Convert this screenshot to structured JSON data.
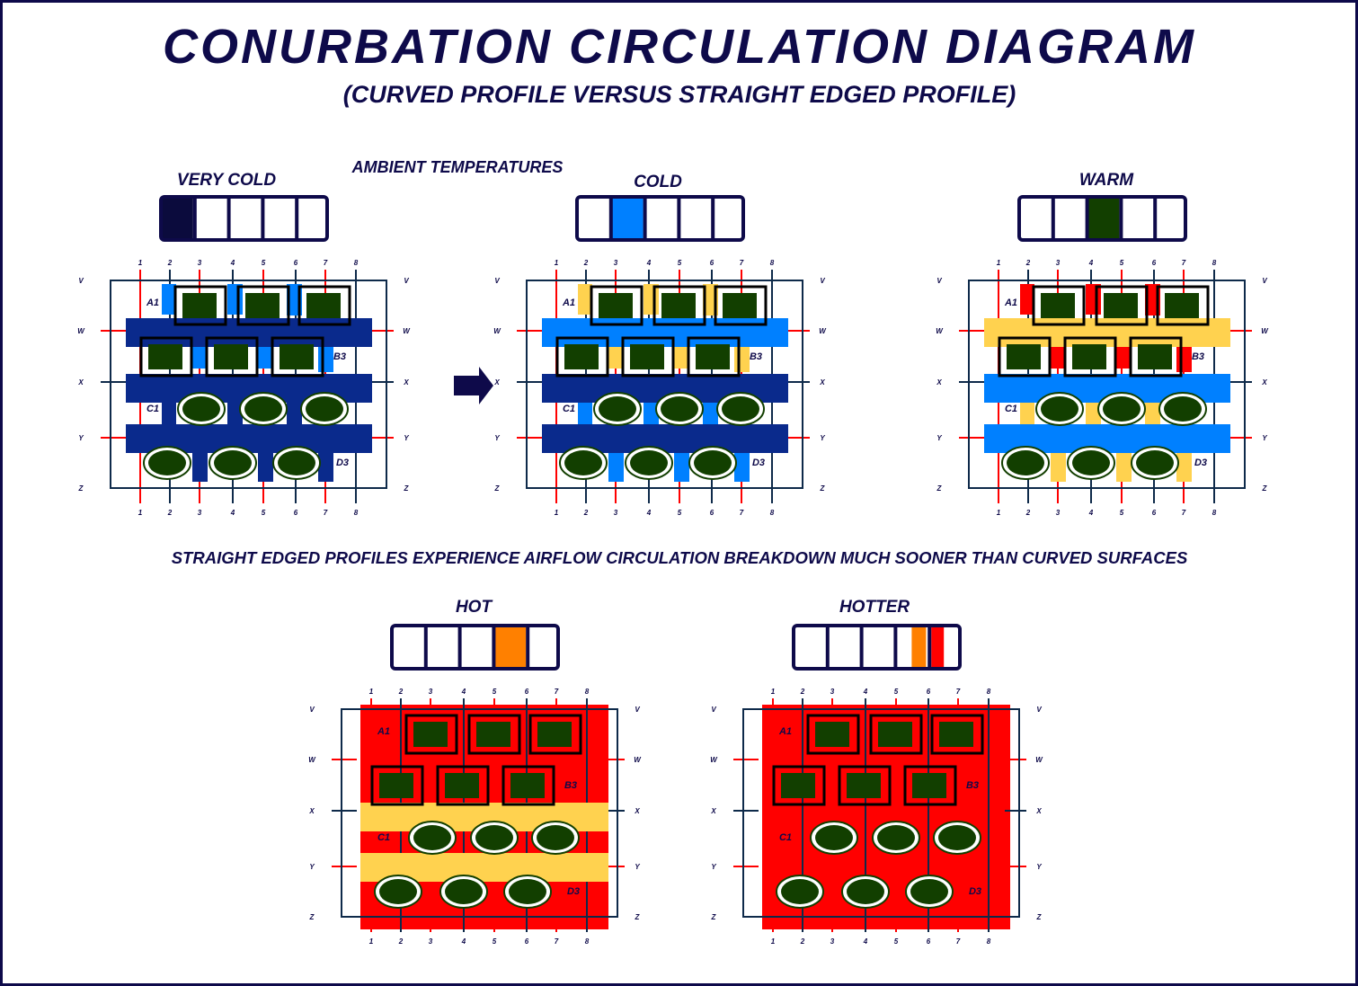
{
  "title": "CONURBATION CIRCULATION DIAGRAM",
  "subtitle": "(CURVED PROFILE VERSUS STRAIGHT EDGED PROFILE)",
  "ambient_label": "AMBIENT TEMPERATURES",
  "statement": "STRAIGHT EDGED PROFILES EXPERIENCE AIRFLOW CIRCULATION BREAKDOWN MUCH SOONER THAN CURVED SURFACES",
  "columns": [
    "1",
    "2",
    "3",
    "4",
    "5",
    "6",
    "7",
    "8"
  ],
  "rows": [
    "V",
    "W",
    "X",
    "Y",
    "Z"
  ],
  "region_labels": {
    "a": "A1",
    "b": "B3",
    "c": "C1",
    "d": "D3"
  },
  "colors": {
    "navy": "#0a2a8c",
    "light_blue": "#0080ff",
    "yellow": "#ffd24f",
    "red": "#ff0000",
    "orange": "#ff8000",
    "green": "#123f00",
    "ink": "#0e0a4a"
  },
  "panels": [
    {
      "label": "VERY COLD",
      "indicator": {
        "level": 1,
        "fill": "#0b0b3d"
      },
      "bg": null,
      "bands": [
        "#0a2a8c",
        "#0a2a8c",
        "#0a2a8c"
      ],
      "stubs": [
        "#0080ff",
        "#0080ff",
        "#0a2a8c",
        "#0a2a8c"
      ]
    },
    {
      "label": "COLD",
      "indicator": {
        "level": 2,
        "fill": "#0080ff"
      },
      "bg": null,
      "bands": [
        "#0080ff",
        "#0a2a8c",
        "#0a2a8c"
      ],
      "stubs": [
        "#ffd24f",
        "#ffd24f",
        "#0080ff",
        "#0080ff"
      ]
    },
    {
      "label": "WARM",
      "indicator": {
        "level": 3,
        "fill": "#123f00"
      },
      "bg": null,
      "bands": [
        "#ffd24f",
        "#0080ff",
        "#0080ff"
      ],
      "stubs": [
        "#ff0000",
        "#ff0000",
        "#ffd24f",
        "#ffd24f"
      ]
    },
    {
      "label": "HOT",
      "indicator": {
        "level": 4,
        "fill": "#ff8000"
      },
      "bg": "#ff0000",
      "bands": [
        null,
        "#ffd24f",
        "#ffd24f"
      ],
      "stubs": [
        null,
        null,
        null,
        null
      ]
    },
    {
      "label": "HOTTER",
      "indicator": {
        "level": 4.5,
        "fill": "#ff8000",
        "fill2": "#ff0000"
      },
      "bg": "#ff0000",
      "bands": [
        null,
        null,
        null
      ],
      "stubs": [
        null,
        null,
        null,
        null
      ]
    }
  ]
}
